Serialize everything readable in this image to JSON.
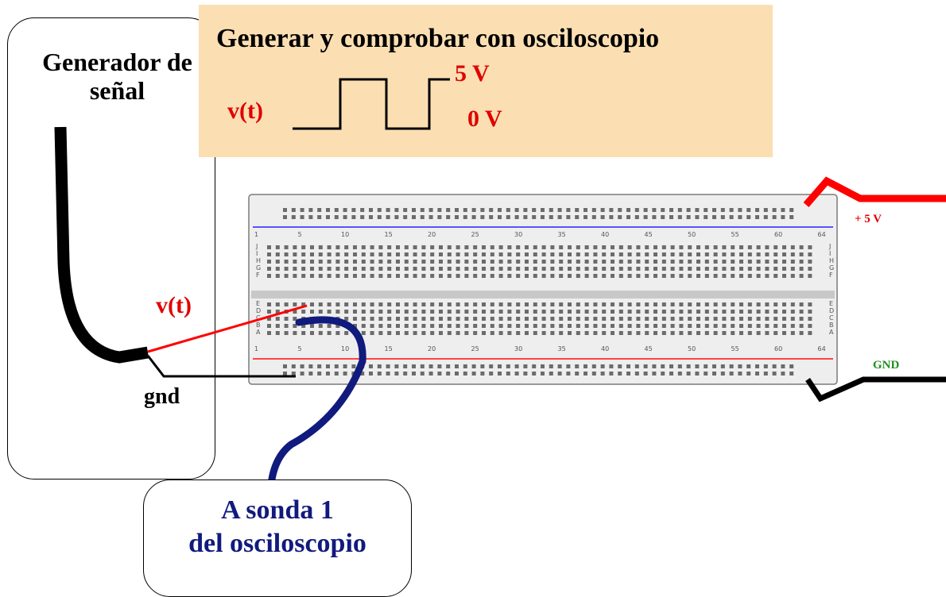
{
  "generator": {
    "title": "Generador de señal"
  },
  "title_panel": {
    "heading": "Generar y comprobar con osciloscopio"
  },
  "waveform": {
    "signal_label": "v(t)",
    "high_label": "5 V",
    "low_label": "0 V"
  },
  "labels": {
    "vt": "v(t)",
    "gnd": "gnd",
    "plus5v": "+ 5 V",
    "gnd_rail": "GND"
  },
  "probe": {
    "line1": "A sonda 1",
    "line2": "del osciloscopio"
  },
  "breadboard": {
    "column_numbers": [
      "1",
      "5",
      "10",
      "15",
      "20",
      "25",
      "30",
      "35",
      "40",
      "45",
      "50",
      "55",
      "60",
      "64"
    ],
    "top_rows": "JIHGF",
    "bottom_rows": "EDCBA"
  },
  "colors": {
    "panel": "#fbdfb3",
    "signal_red": "#e00000",
    "probe_blue": "#111a7d",
    "gnd_green": "#1f8f1f"
  }
}
